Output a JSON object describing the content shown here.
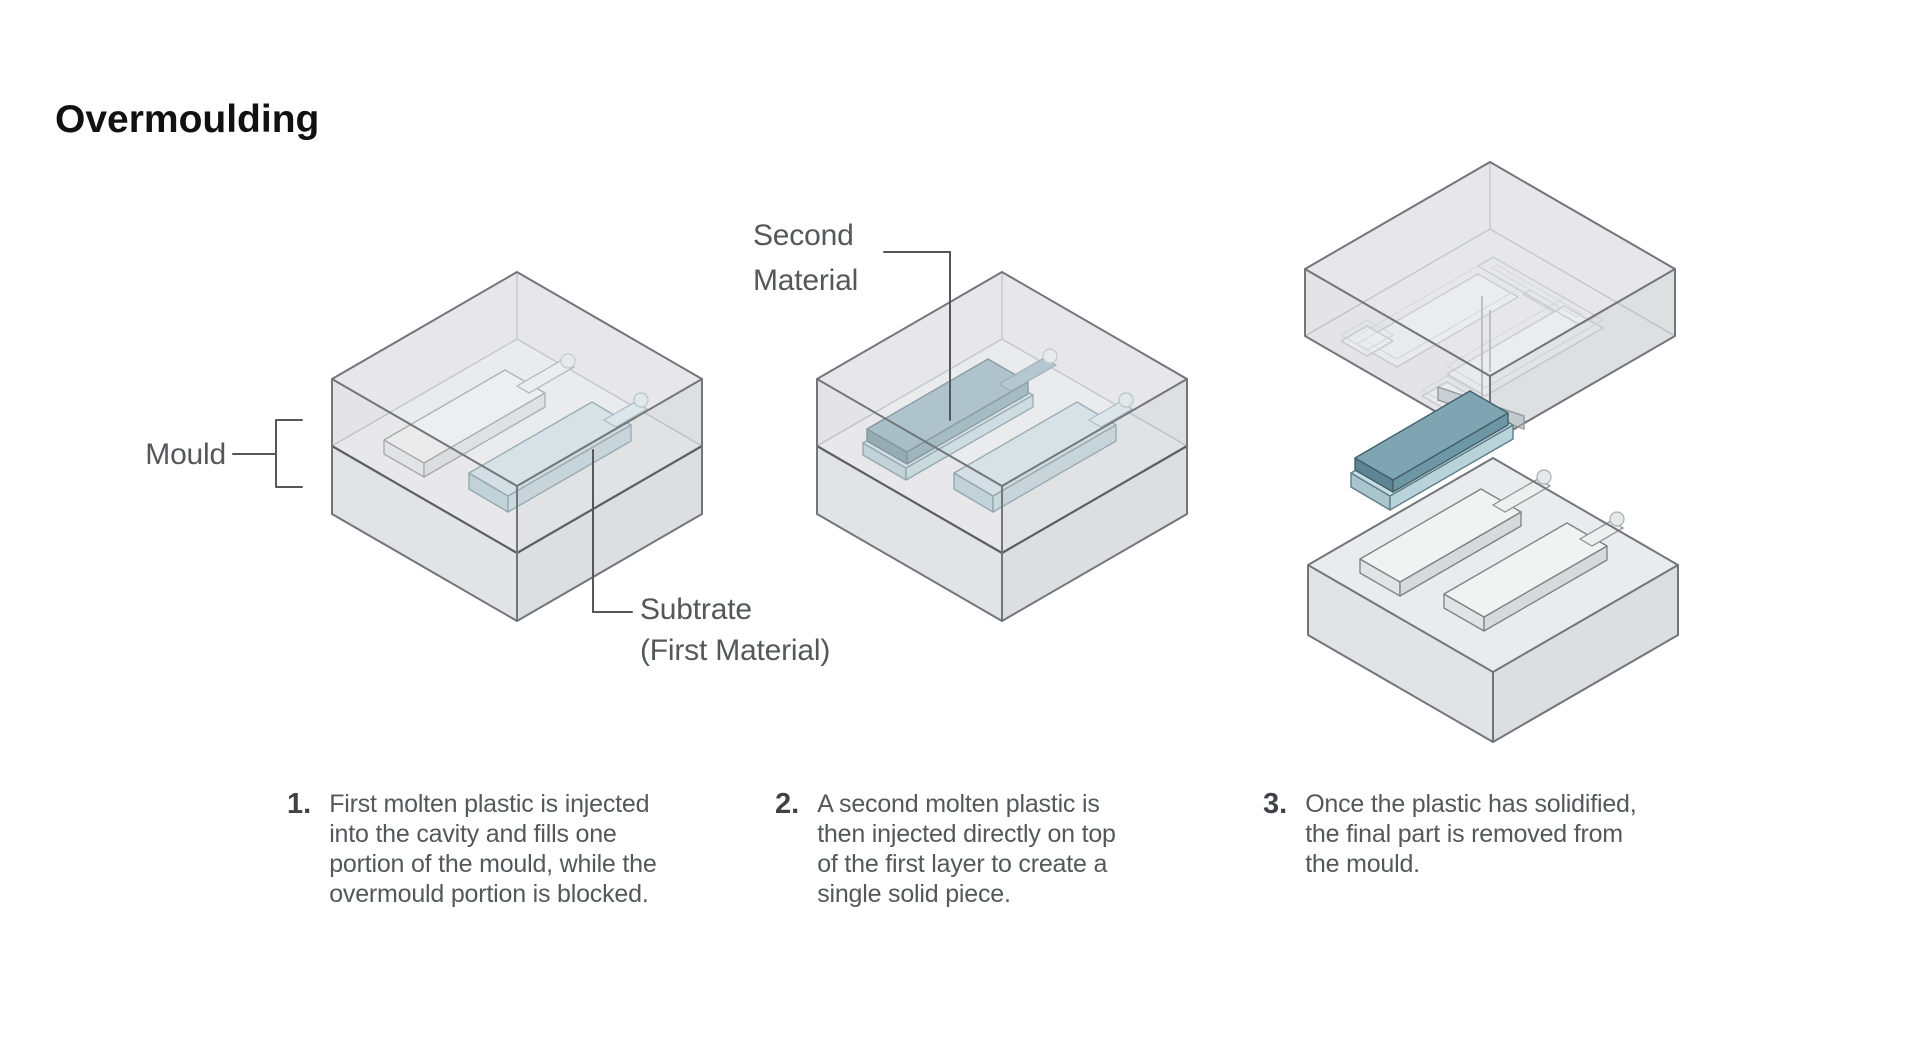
{
  "title": "Overmoulding",
  "labels": {
    "mould": "Mould",
    "second_material": "Second\nMaterial",
    "substrate": "Subtrate\n(First Material)"
  },
  "steps": [
    {
      "number": "1.",
      "text": "First molten plastic is injected\ninto the cavity and fills one\nportion of the mould, while the\novermould portion is blocked."
    },
    {
      "number": "2.",
      "text": "A second molten plastic is\nthen injected directly on top\nof the first layer to create a\nsingle solid piece."
    },
    {
      "number": "3.",
      "text": "Once the plastic has solidified,\nthe final part is removed from\nthe mould."
    }
  ],
  "colors": {
    "first_material": "#c8dde3",
    "second_material": "#7fa5b2",
    "mould_fill": "#e5e6e7",
    "mould_edge": "#71767a",
    "text": "#54585b",
    "title_text": "#111111"
  }
}
